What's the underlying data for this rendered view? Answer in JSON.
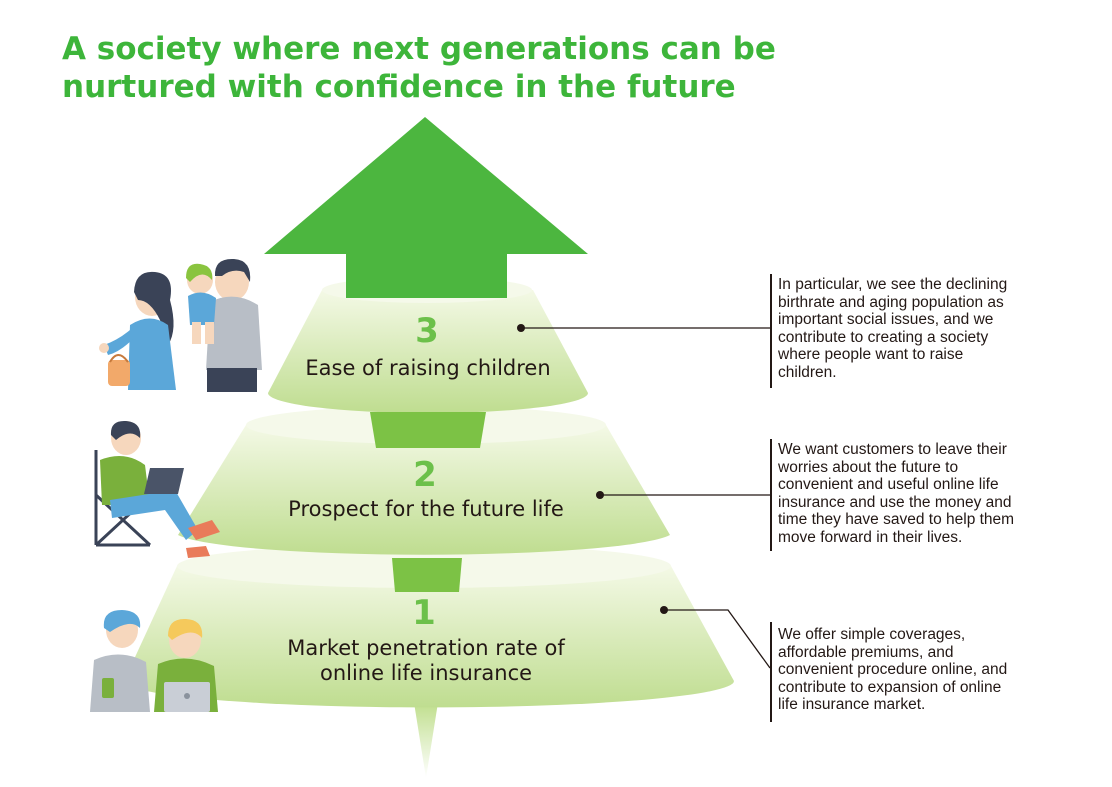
{
  "title_lines": [
    "A society where next generations can be",
    "nurtured with confidence in the future"
  ],
  "tiers": [
    {
      "number": "3",
      "label_lines": [
        "Ease of raising children"
      ],
      "description_lines": [
        "In particular, we see the declining",
        "birthrate and aging population as",
        "important social issues, and we",
        "contribute to creating a society",
        "where people want to raise",
        "children."
      ]
    },
    {
      "number": "2",
      "label_lines": [
        "Prospect for the future life"
      ],
      "description_lines": [
        "We want customers to leave their",
        "worries about the future to",
        "convenient and useful online life",
        "insurance and use the money and",
        "time they have saved to help them",
        "move forward in their lives."
      ]
    },
    {
      "number": "1",
      "label_lines": [
        "Market penetration rate of",
        "online life insurance"
      ],
      "description_lines": [
        "We offer simple coverages,",
        "affordable premiums, and",
        "convenient procedure online, and",
        "contribute to expansion of online",
        "life insurance market."
      ]
    }
  ],
  "colors": {
    "title_green": "#3db53a",
    "arrow_green": "#4cb63f",
    "tier_light": "#f3f8e4",
    "tier_mid": "#c6e29a",
    "number_green": "#6cc04a",
    "text": "#231815"
  },
  "illustrations": [
    "family-illustration",
    "person-with-laptop-illustration",
    "two-people-with-devices-illustration"
  ]
}
